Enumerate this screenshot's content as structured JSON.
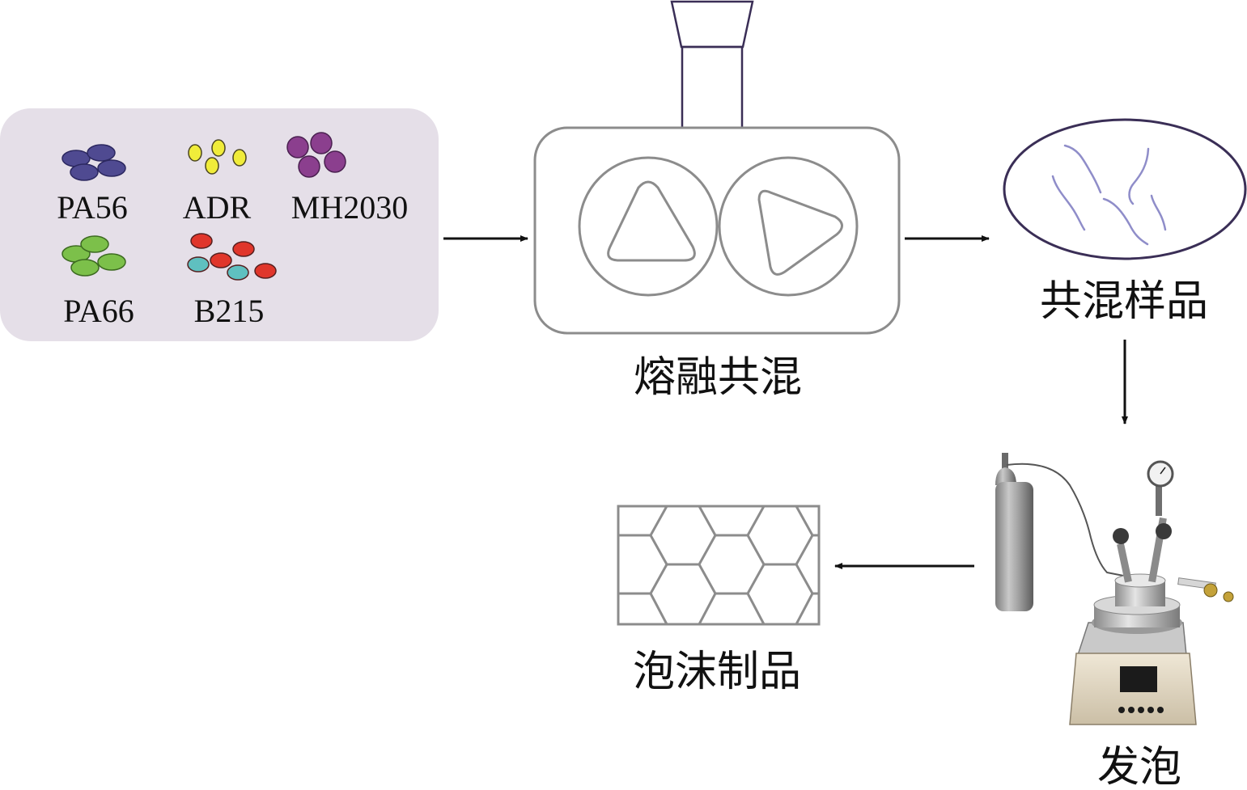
{
  "materials": {
    "items": [
      {
        "label": "PA56",
        "color": "#4f4a91"
      },
      {
        "label": "ADR",
        "color": "#f0ec3a"
      },
      {
        "label": "MH2030",
        "color": "#8b3f8e"
      },
      {
        "label": "PA66",
        "color": "#7cc04a"
      },
      {
        "label": "B215",
        "colors": [
          "#e0362b",
          "#5fc0c0"
        ]
      }
    ],
    "panel_color": "#e5dfe8"
  },
  "steps": {
    "melt_blending": "熔融共混",
    "blend_sample": "共混样品",
    "foaming": "发泡",
    "foam_product": "泡沫制品"
  },
  "colors": {
    "outline": "#8c8c8c",
    "fiber": "#8f8dc9",
    "sample_outline": "#3a2e56",
    "arrow": "#111111"
  }
}
